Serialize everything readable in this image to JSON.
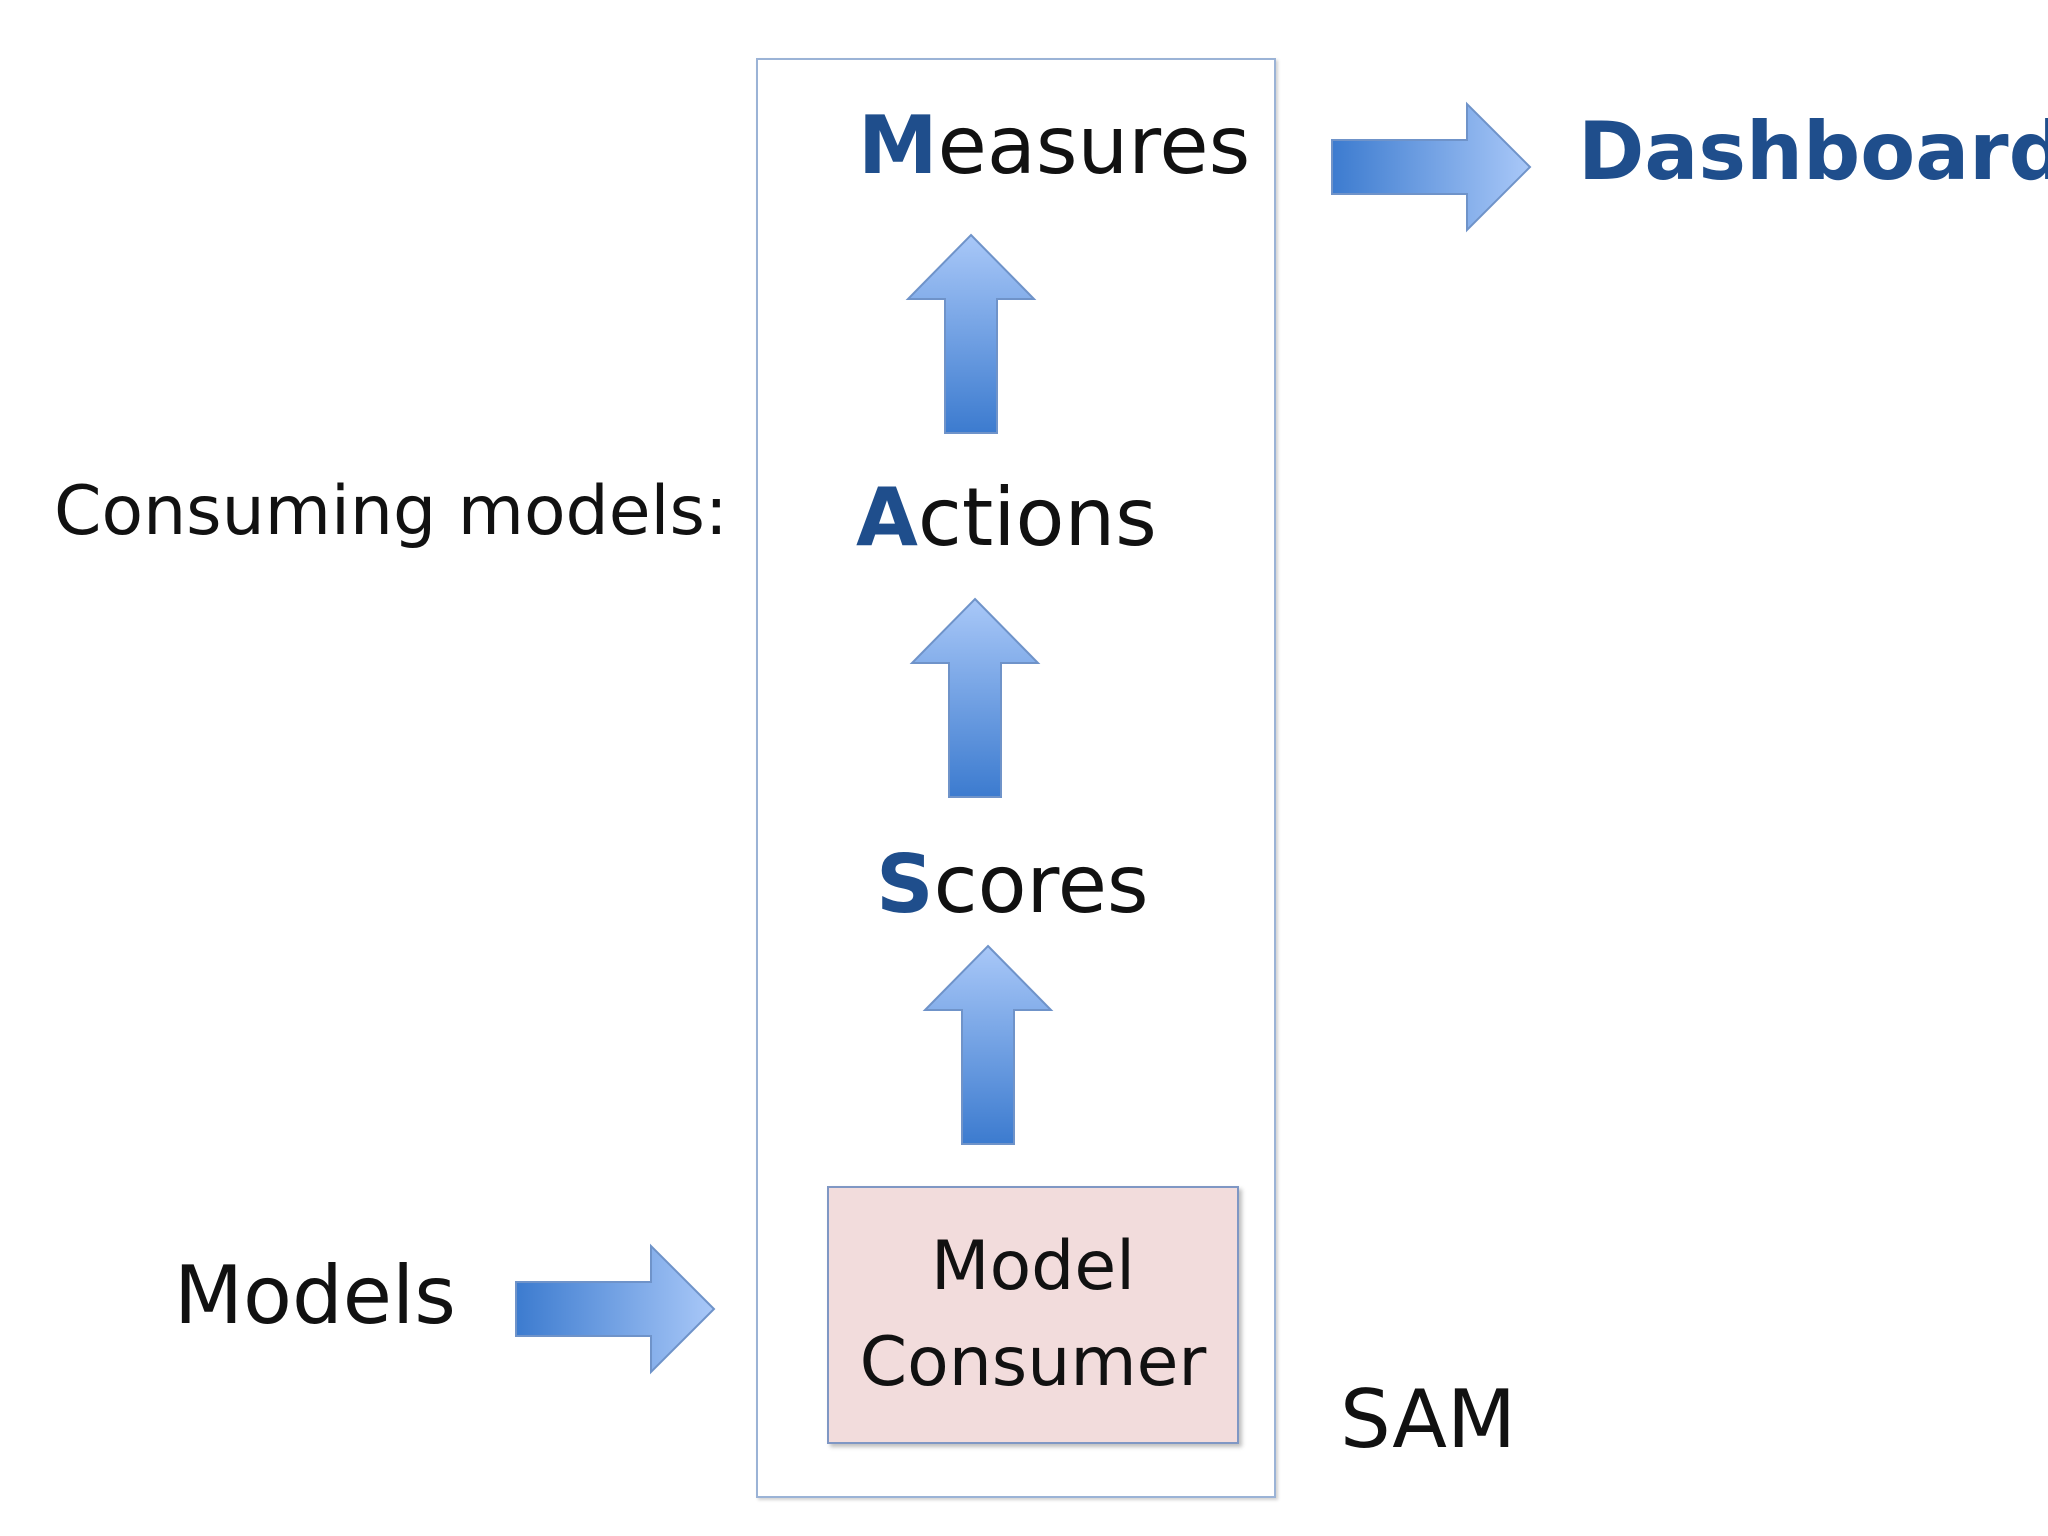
{
  "left_labels": {
    "consuming": "Consuming models:",
    "models": "Models"
  },
  "stages": {
    "measures": {
      "initial": "M",
      "rest": "easures"
    },
    "actions": {
      "initial": "A",
      "rest": "ctions"
    },
    "scores": {
      "initial": "S",
      "rest": "cores"
    }
  },
  "consumer": {
    "line1": "Model",
    "line2": "Consumer"
  },
  "output": "Dashboards",
  "container_label": "SAM",
  "colors": {
    "accent": "#1f4e8c",
    "arrow_light": "#9cc0f7",
    "arrow_dark": "#3f7fd0",
    "consumer_fill": "#f2dcdc",
    "box_border": "#9bb3d6"
  },
  "icons": [
    "arrow-up-icon",
    "arrow-right-icon"
  ]
}
